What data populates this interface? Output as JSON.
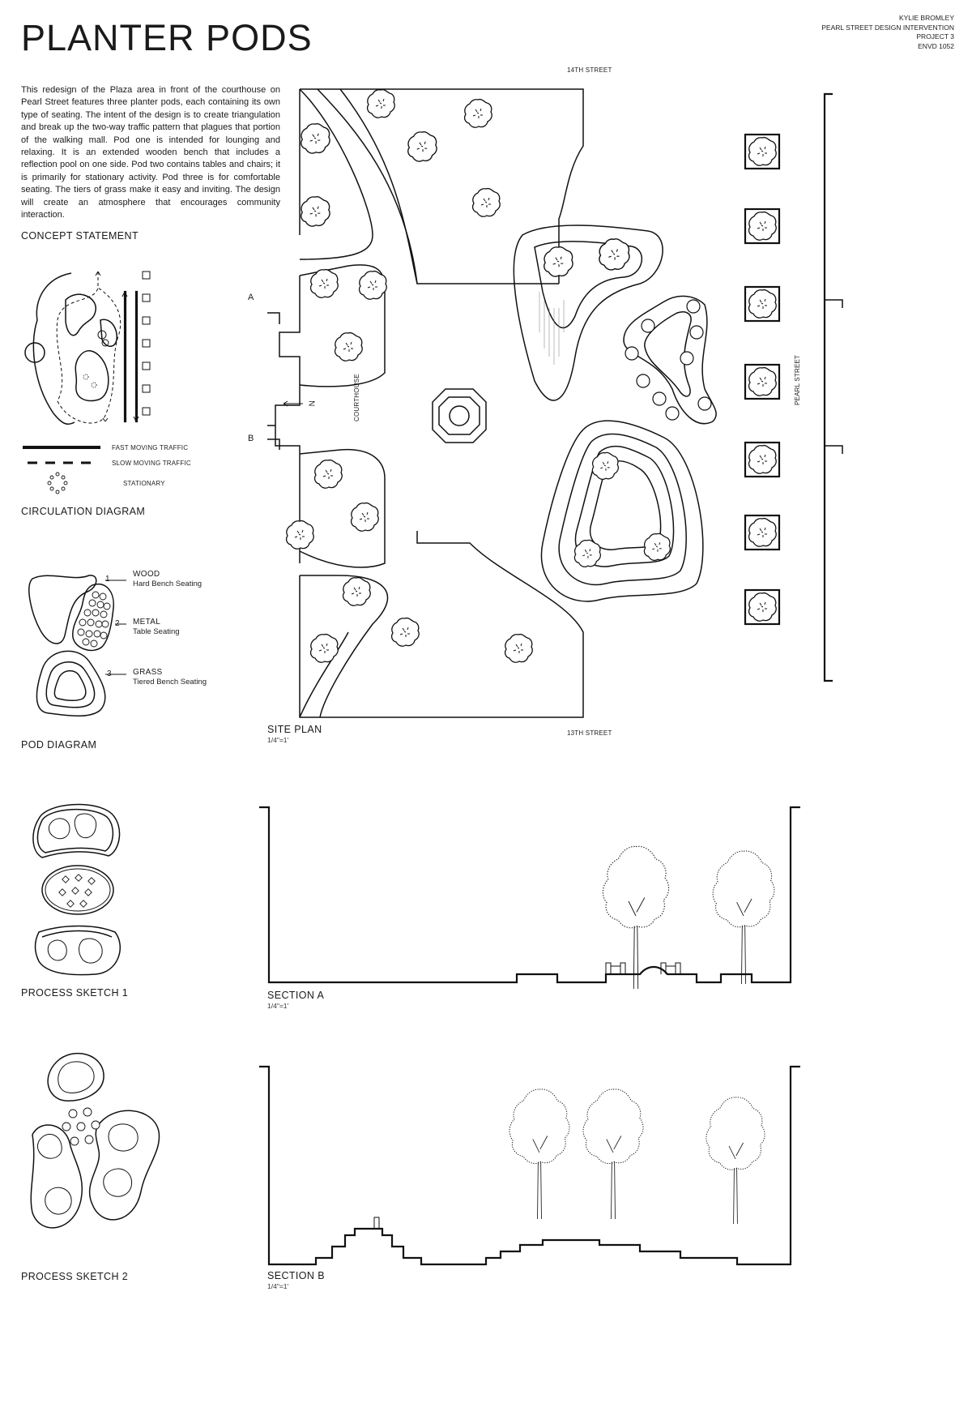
{
  "title": "PLANTER PODS",
  "meta": [
    "KYLIE BROMLEY",
    "PEARL STREET DESIGN INTERVENTION",
    "PROJECT 3",
    "ENVD 1052"
  ],
  "concept_text": "This redesign of the Plaza area in front of the courthouse on Pearl Street features three planter pods, each containing its own type of seating. The intent of the design is to create triangulation and break up the two-way traffic pattern that plagues that portion of the walking mall. Pod one is intended for lounging and relaxing. It is an extended wooden bench that includes a reflection pool on one side. Pod two contains tables and chairs; it is primarily for stationary activity. Pod three is for comfortable seating. The tiers of grass make it easy and inviting. The design will create an atmosphere that encourages community interaction.",
  "concept_label": "CONCEPT STATEMENT",
  "circulation": {
    "label": "CIRCULATION DIAGRAM",
    "legend": [
      "FAST MOVING TRAFFIC",
      "SLOW MOVING TRAFFIC",
      "STATIONARY"
    ]
  },
  "pods": {
    "label": "POD DIAGRAM",
    "items": [
      {
        "num": "1",
        "material": "WOOD",
        "desc": "Hard Bench Seating"
      },
      {
        "num": "2",
        "material": "METAL",
        "desc": "Table Seating"
      },
      {
        "num": "3",
        "material": "GRASS",
        "desc": "Tiered Bench Seating"
      }
    ]
  },
  "site_plan": {
    "label": "SITE PLAN",
    "scale": "1/4\"=1'",
    "street_top": "14TH STREET",
    "street_bottom": "13TH STREET",
    "street_right": "PEARL STREET",
    "building": "COURTHOUSE",
    "section_a": "A",
    "section_b": "B",
    "north": "N"
  },
  "sketch1_label": "PROCESS SKETCH 1",
  "sketch2_label": "PROCESS SKETCH 2",
  "section_a": {
    "label": "SECTION A",
    "scale": "1/4\"=1'"
  },
  "section_b": {
    "label": "SECTION B",
    "scale": "1/4\"=1'"
  }
}
